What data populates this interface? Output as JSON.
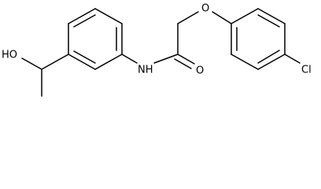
{
  "structure": {
    "atom_labels": {
      "hydroxyl": "HO",
      "amide_nitrogen": "NH",
      "carbonyl_oxygen": "O",
      "ether_oxygen": "O",
      "chlorine": "Cl"
    }
  },
  "colors": {
    "bond": "#000000",
    "label": "#000000",
    "background": "#ffffff"
  }
}
